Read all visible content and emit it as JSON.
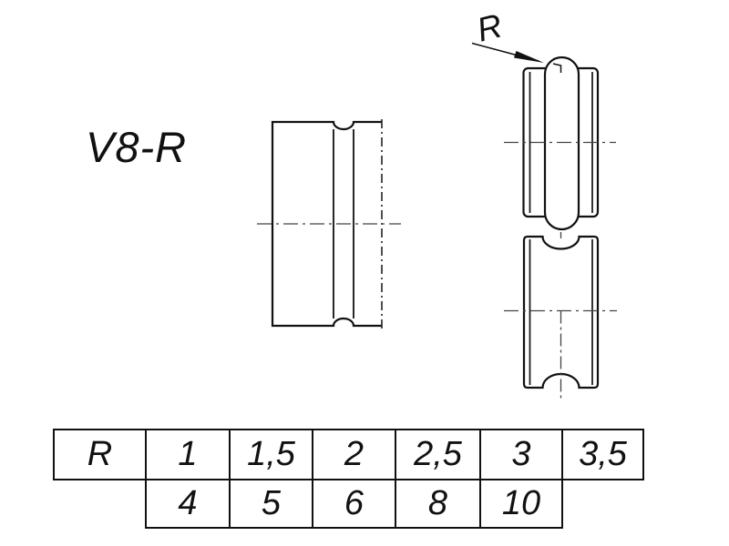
{
  "labels": {
    "part_name": "V8-R",
    "radius_callout": "R"
  },
  "icons": {
    "radius_leader": "arrowhead-leader"
  },
  "colors": {
    "background": "#ffffff",
    "outline": "#111111",
    "centerline": "#444444",
    "text": "#111111"
  },
  "table": {
    "header": "R",
    "row1": [
      "1",
      "1,5",
      "2",
      "2,5",
      "3",
      "3,5"
    ],
    "row2": [
      "4",
      "5",
      "6",
      "8",
      "10"
    ]
  }
}
